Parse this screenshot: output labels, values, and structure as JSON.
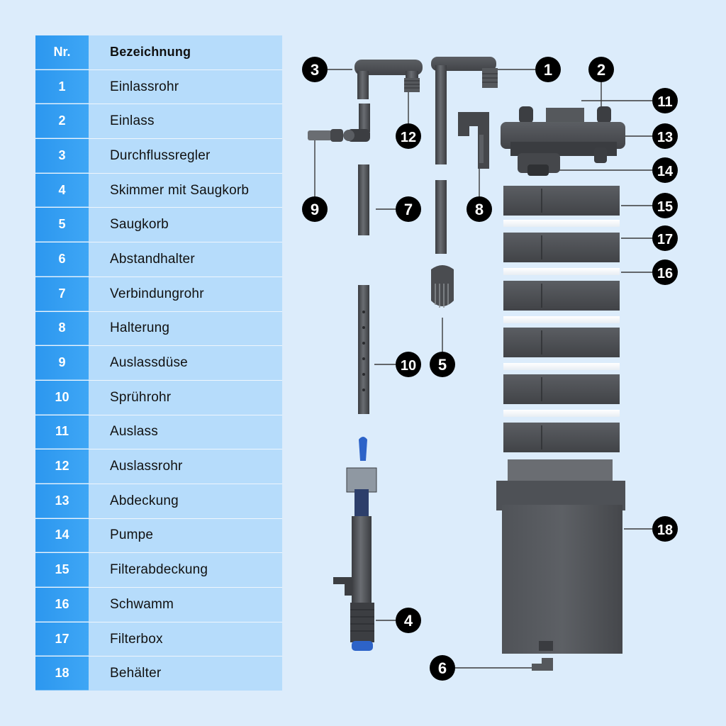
{
  "table": {
    "header": {
      "number": "Nr.",
      "name": "Bezeichnung"
    },
    "rows": [
      {
        "number": "1",
        "name": "Einlassrohr"
      },
      {
        "number": "2",
        "name": "Einlass"
      },
      {
        "number": "3",
        "name": "Durchflussregler"
      },
      {
        "number": "4",
        "name": "Skimmer mit Saugkorb"
      },
      {
        "number": "5",
        "name": "Saugkorb"
      },
      {
        "number": "6",
        "name": "Abstandhalter"
      },
      {
        "number": "7",
        "name": "Verbindungrohr"
      },
      {
        "number": "8",
        "name": "Halterung"
      },
      {
        "number": "9",
        "name": "Auslassdüse"
      },
      {
        "number": "10",
        "name": "Sprührohr"
      },
      {
        "number": "11",
        "name": "Auslass"
      },
      {
        "number": "12",
        "name": "Auslassrohr"
      },
      {
        "number": "13",
        "name": "Abdeckung"
      },
      {
        "number": "14",
        "name": "Pumpe"
      },
      {
        "number": "15",
        "name": "Filterabdeckung"
      },
      {
        "number": "16",
        "name": "Schwamm"
      },
      {
        "number": "17",
        "name": "Filterbox"
      },
      {
        "number": "18",
        "name": "Behälter"
      }
    ]
  },
  "callouts": {
    "c1": "1",
    "c2": "2",
    "c3": "3",
    "c4": "4",
    "c5": "5",
    "c6": "6",
    "c7": "7",
    "c8": "8",
    "c9": "9",
    "c10": "10",
    "c11": "11",
    "c12": "12",
    "c13": "13",
    "c14": "14",
    "c15": "15",
    "c16": "16",
    "c17": "17",
    "c18": "18"
  },
  "colors": {
    "number_column": "#2f9cf1",
    "name_column": "#b6dcfb",
    "background": "#dcecfb",
    "part_gray": "#4a4c50",
    "skimmer_blue": "#2d63c8"
  }
}
